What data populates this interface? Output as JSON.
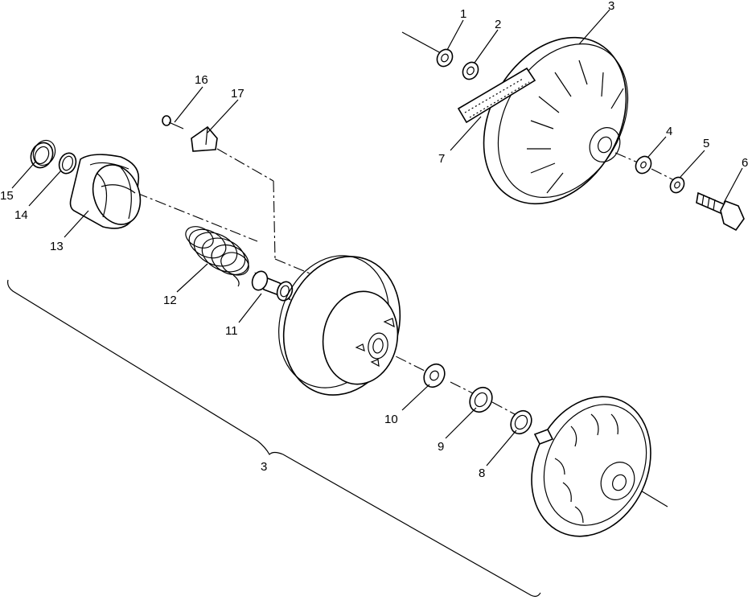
{
  "callouts": {
    "c1": "1",
    "c2": "2",
    "c3_top": "3",
    "c4": "4",
    "c5": "5",
    "c6": "6",
    "c7": "7",
    "c8": "8",
    "c9": "9",
    "c10": "10",
    "c11": "11",
    "c12": "12",
    "c13": "13",
    "c14": "14",
    "c15": "15",
    "c16": "16",
    "c17": "17",
    "c3_bracket": "3"
  }
}
